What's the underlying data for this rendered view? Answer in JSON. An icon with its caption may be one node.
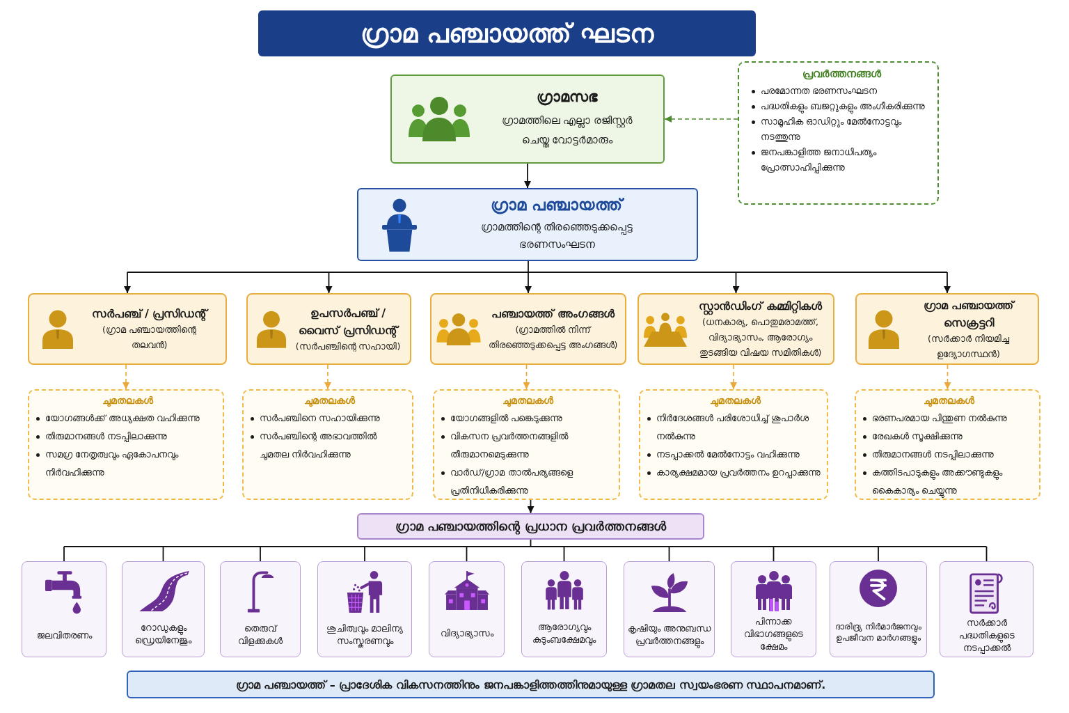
{
  "diagram": {
    "title": "ഗ്രാമ പഞ്ചായത്ത് ഘടന",
    "nodes": [
      {
        "text": [
          "ഗ്രാമസഭ",
          "ഗ്രാമത്തിലെ എല്ലാ രജിസ്റ്റർ ചെയ്ത വോട്ടർമാരും"
        ]
      },
      {
        "text": [
          "പ്രവർത്തനങ്ങൾ",
          "പരമോന്നത ഭരണസംഘടന",
          "പദ്ധതികളും ബജറ്റുകളും അംഗീകരിക്കുന്നു",
          "സാമൂഹിക ഓഡിറ്റും മേൽനോട്ടവും നടത്തുന്നു",
          "ജനപങ്കാളിത്ത ജനാധിപത്യം പ്രോത്സാഹിപ്പിക്കുന്നു"
        ]
      },
      {
        "text": [
          "ഗ്രാമ പഞ്ചായത്ത്",
          "ഗ്രാമത്തിന്റെ തിരഞ്ഞെടുക്കപ്പെട്ട ഭരണസംഘടന"
        ]
      },
      {
        "text": [
          "സർപഞ്ച് / പ്രസിഡന്റ്",
          "(ഗ്രാമ പഞ്ചായത്തിന്റെ തലവൻ)"
        ]
      },
      {
        "text": [
          "ചുമതലകൾ",
          "യോഗങ്ങൾക്ക് അധ്യക്ഷത വഹിക്കുന്നു",
          "തിരുമാനങ്ങൾ നടപ്പിലാക്കുന്നു",
          "സമഗ്ര നേതൃത്വവും ഏകോപനവും നിർവഹിക്കുന്നു"
        ]
      },
      {
        "text": [
          "ഉപസർപഞ്ച് / വൈസ് പ്രസിഡന്റ്",
          "(സർപഞ്ചിന്റെ സഹായി)"
        ]
      },
      {
        "text": [
          "ചുമതലകൾ",
          "സർപഞ്ചിനെ സഹായിക്കുന്നു",
          "സർപഞ്ചിന്റെ അഭാവത്തിൽ ചുമതല നിർവഹിക്കുന്നു"
        ]
      },
      {
        "text": [
          "പഞ്ചായത്ത് അംഗങ്ങൾ",
          "(ഗ്രാമത്തിൽ നിന്ന് തിരഞ്ഞെടുക്കപ്പെട്ട അംഗങ്ങൾ)"
        ]
      },
      {
        "text": [
          "ചുമതലകൾ",
          "യോഗങ്ങളിൽ പങ്കെടുക്കുന്നു",
          "വികസന പ്രവർത്തനങ്ങളിൽ തീരുമാനമെടുക്കുന്നു",
          "വാർഡ്/ഗ്രാമ താൽപര്യങ്ങളെ പ്രതിനിധീകരിക്കുന്നു"
        ]
      },
      {
        "text": [
          "സ്റ്റാൻഡിംഗ് കമ്മിറ്റികൾ",
          "(ധനകാര്യ, പൊതുമരാമത്ത്, വിദ്യാഭ്യാസം, ആരോഗ്യം തുടങ്ങിയ വിഷയ സമിതികൾ)"
        ]
      },
      {
        "text": [
          "ചുമതലകൾ",
          "നിർദേശങ്ങൾ പരിശോധിച്ച് ശുപാർശ നൽകുന്നു",
          "നടപ്പാക്കൽ മേൽനോട്ടം വഹിക്കുന്നു",
          "കാര്യക്ഷമമായ പ്രവർത്തനം ഉറപ്പാക്കുന്നു"
        ]
      },
      {
        "text": [
          "ഗ്രാമ പഞ്ചായത്ത് സെക്രട്ടറി",
          "(സർക്കാർ നിയമിച്ച ഉദ്യോഗസ്ഥൻ)"
        ]
      },
      {
        "text": [
          "ചുമതലകൾ",
          "ഭരണപരമായ പിന്തുണ നൽകുന്നു",
          "രേഖകൾ സൂക്ഷിക്കുന്നു",
          "തിരുമാനങ്ങൾ നടപ്പിലാക്കുന്നു",
          "കത്തിടപാടുകളും അക്കൗണ്ടുകളും കൈകാര്യം ചെയ്യുന്നു"
        ]
      },
      {
        "text": [
          "ഗ്രാമ പഞ്ചായത്തിന്റെ പ്രധാന പ്രവർത്തനങ്ങൾ"
        ]
      },
      {
        "text": [
          "ജലവിതരണം"
        ]
      },
      {
        "text": [
          "റോഡുകളും ഡ്രെയിനേജും"
        ]
      },
      {
        "text": [
          "തെരുവ് വിളക്കുകൾ"
        ]
      },
      {
        "text": [
          "ശുചിത്വവും മാലിന്യ സംസ്കരണവും"
        ]
      },
      {
        "text": [
          "വിദ്യാഭ്യാസം"
        ]
      },
      {
        "text": [
          "ആരോഗ്യവും കുടുംബക്ഷേമവും"
        ]
      },
      {
        "text": [
          "കൃഷിയും അനുബന്ധ പ്രവർത്തനങ്ങളും"
        ]
      },
      {
        "text": [
          "പിന്നാക്ക വിഭാഗങ്ങളുടെ ക്ഷേമം"
        ]
      },
      {
        "text": [
          "ദാരിദ്ര്യ നിർമാർജനവും ഉപജീവന മാർഗങ്ങളും"
        ]
      },
      {
        "text": [
          "സർക്കാർ പദ്ധതികളുടെ നടപ്പാക്കൽ"
        ]
      },
      {
        "text": [
          "ഗ്രാമ പഞ്ചായത്ത് – പ്രാദേശിക വികസനത്തിനും ജനപങ്കാളിത്തത്തിനുമായുള്ള ഗ്രാമതല സ്വയംഭരണ സ്ഥാപനമാണ്."
        ]
      }
    ],
    "edges": [
      {
        "from": 1,
        "to": 0,
        "arrow": "to",
        "style": "dashed",
        "color": "#4a8a2e"
      },
      {
        "from": 0,
        "to": 2,
        "arrow": "to"
      },
      {
        "from": 2,
        "to": 3,
        "arrow": "to"
      },
      {
        "from": 2,
        "to": 5,
        "arrow": "to"
      },
      {
        "from": 2,
        "to": 7,
        "arrow": "to"
      },
      {
        "from": 2,
        "to": 9,
        "arrow": "to"
      },
      {
        "from": 2,
        "to": 11,
        "arrow": "to"
      },
      {
        "from": 3,
        "to": 4,
        "arrow": "to",
        "style": "dashed",
        "color": "#eaa93a"
      },
      {
        "from": 5,
        "to": 6,
        "arrow": "to",
        "style": "dashed",
        "color": "#eaa93a"
      },
      {
        "from": 7,
        "to": 8,
        "arrow": "to",
        "style": "dashed",
        "color": "#eaa93a"
      },
      {
        "from": 9,
        "to": 10,
        "arrow": "to",
        "style": "dashed",
        "color": "#eaa93a"
      },
      {
        "from": 11,
        "to": 12,
        "arrow": "to",
        "style": "dashed",
        "color": "#eaa93a"
      },
      {
        "from": 8,
        "to": 13,
        "arrow": "to"
      },
      {
        "from": 13,
        "to": 14,
        "arrow": "none"
      },
      {
        "from": 13,
        "to": 15,
        "arrow": "none"
      },
      {
        "from": 13,
        "to": 16,
        "arrow": "none"
      },
      {
        "from": 13,
        "to": 17,
        "arrow": "none"
      },
      {
        "from": 13,
        "to": 18,
        "arrow": "none"
      },
      {
        "from": 13,
        "to": 19,
        "arrow": "none"
      },
      {
        "from": 13,
        "to": 20,
        "arrow": "none"
      },
      {
        "from": 13,
        "to": 21,
        "arrow": "none"
      },
      {
        "from": 13,
        "to": 22,
        "arrow": "none"
      },
      {
        "from": 13,
        "to": 23,
        "arrow": "none"
      }
    ]
  }
}
